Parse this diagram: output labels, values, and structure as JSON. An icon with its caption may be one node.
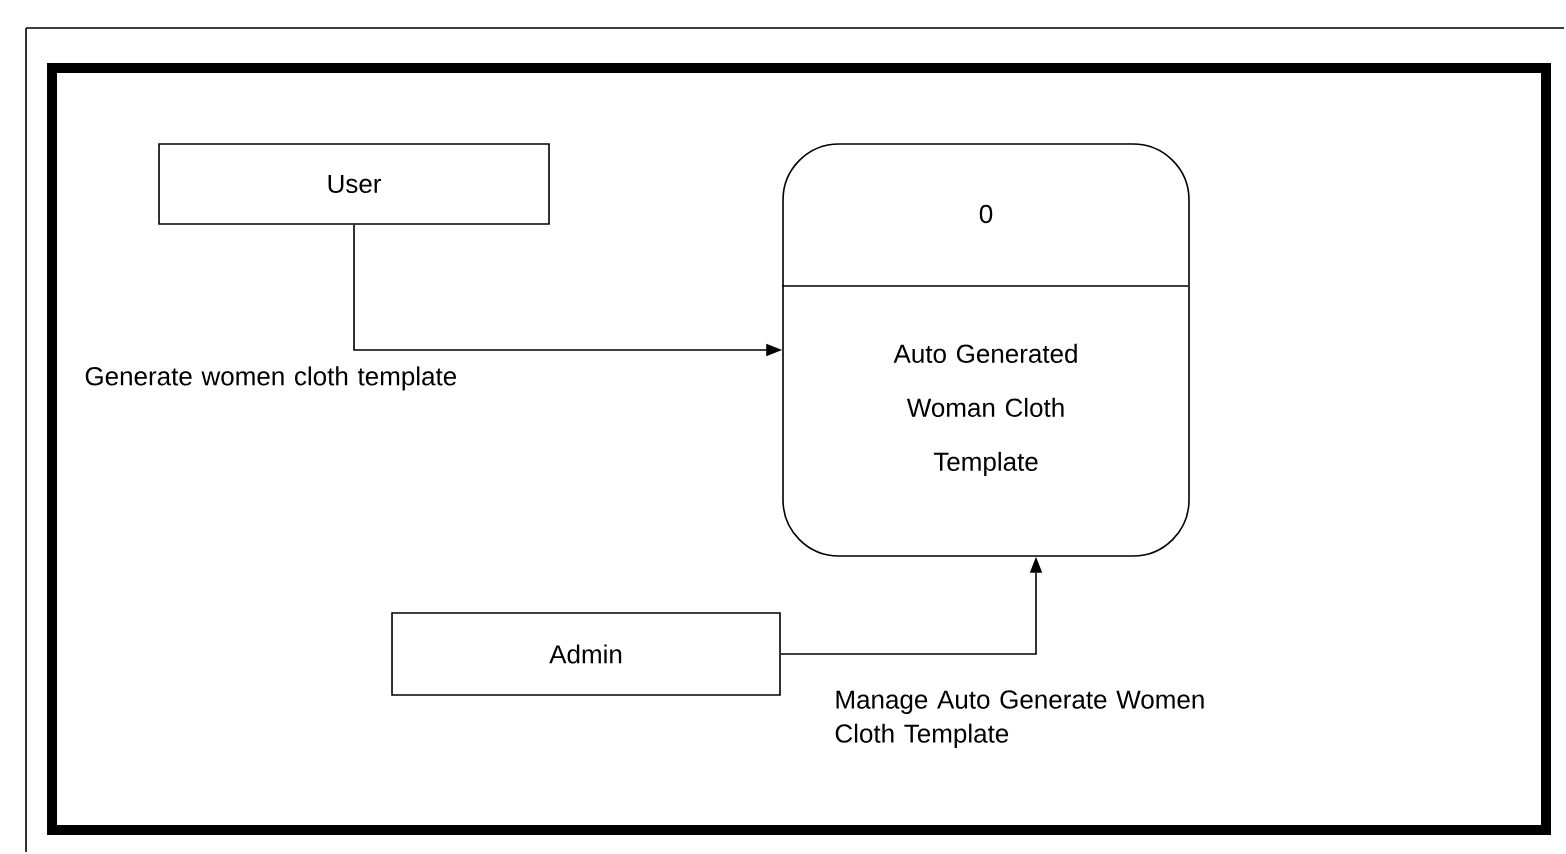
{
  "diagram": {
    "nodes": [
      {
        "text": [
          "User"
        ]
      },
      {
        "text": [
          "0",
          "Auto Generated Woman Cloth Template"
        ]
      },
      {
        "text": [
          "Admin"
        ]
      }
    ],
    "edges": [
      {
        "from": 0,
        "to": 1,
        "arrow": "to",
        "label": "Generate women cloth template"
      },
      {
        "from": 2,
        "to": 1,
        "arrow": "to",
        "label": "Manage Auto Generate Women Cloth Template"
      }
    ]
  }
}
